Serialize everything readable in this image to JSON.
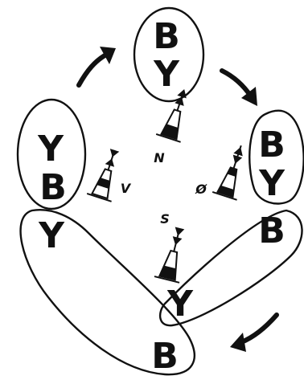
{
  "north": {
    "letters": [
      "B",
      "Y"
    ],
    "label": "N"
  },
  "west": {
    "letters": [
      "Y",
      "B",
      "Y"
    ],
    "label": "V"
  },
  "east": {
    "letters": [
      "B",
      "Y",
      "B"
    ],
    "label": "Ø"
  },
  "south": {
    "letters": [
      "Y",
      "B"
    ],
    "label": "S"
  },
  "colors": {
    "ink": "#111111",
    "background": "#ffffff"
  },
  "icons": [
    "cardinal-buoy-icon",
    "clockwise-arrow-icon"
  ]
}
